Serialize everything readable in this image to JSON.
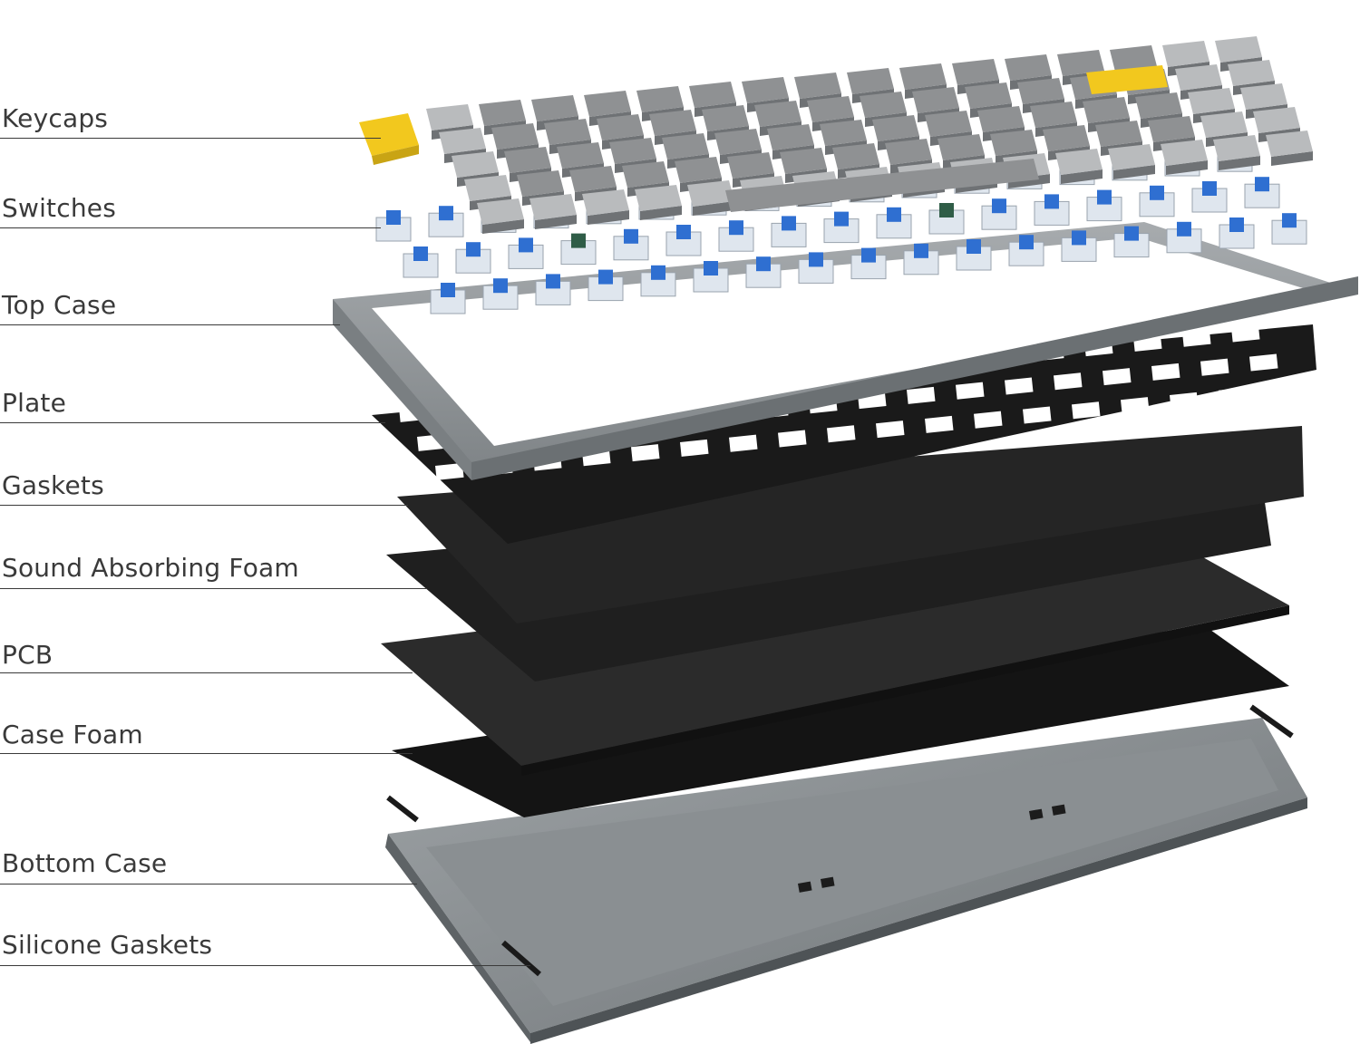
{
  "diagram": {
    "labels": [
      "Keycaps",
      "Switches",
      "Top Case",
      "Plate",
      "Gaskets",
      "Sound Absorbing Foam",
      "PCB",
      "Case Foam",
      "Bottom Case",
      "Silicone Gaskets"
    ]
  },
  "colors": {
    "keycap_grey": "#8f9193",
    "keycap_light": "#b9bbbd",
    "accent_yellow": "#f2c81e",
    "switch_blue": "#2f6fd1",
    "switch_green": "#2f5d47",
    "top_case": "#909597",
    "plate": "#1c1c1c",
    "pcb": "#2a2a2a",
    "bottom_case": "#8d9295",
    "label_text": "#3a3a3a"
  },
  "icons": [
    "keycap-icon",
    "switch-icon",
    "esc-key-icon"
  ]
}
